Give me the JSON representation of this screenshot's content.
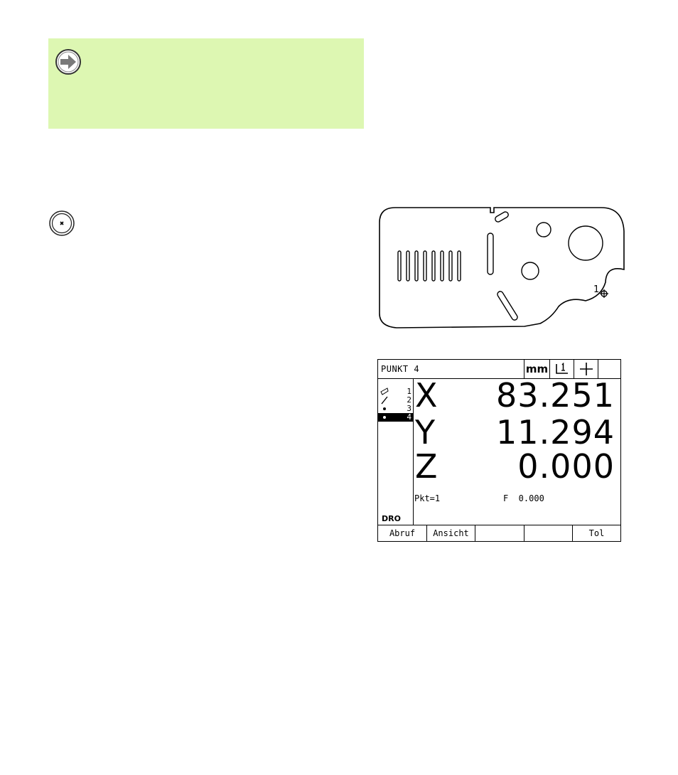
{
  "note": {
    "icon": "arrow-right-icon"
  },
  "step": {
    "icon": "enter-point-icon"
  },
  "drawing": {
    "point_label": "1"
  },
  "dro": {
    "title": "PUNKT 4",
    "unit": "mm",
    "header_icons": [
      "reference-datum-icon",
      "crosshair-icon"
    ],
    "features": [
      {
        "icon": "measure-alignment-icon",
        "number": "1",
        "selected": false
      },
      {
        "icon": "line-icon",
        "number": "2",
        "selected": false
      },
      {
        "icon": "point-icon",
        "number": "3",
        "selected": false
      },
      {
        "icon": "point-icon",
        "number": "4",
        "selected": true
      }
    ],
    "mode_label": "DRO",
    "axes": [
      {
        "label": "X",
        "value": "83.251"
      },
      {
        "label": "Y",
        "value": "11.294"
      },
      {
        "label": "Z",
        "value": "0.000"
      }
    ],
    "status_left": "Pkt=1",
    "status_right": "F  0.000",
    "softkeys": [
      "Abruf",
      "Ansicht",
      "",
      "",
      "Tol"
    ]
  }
}
